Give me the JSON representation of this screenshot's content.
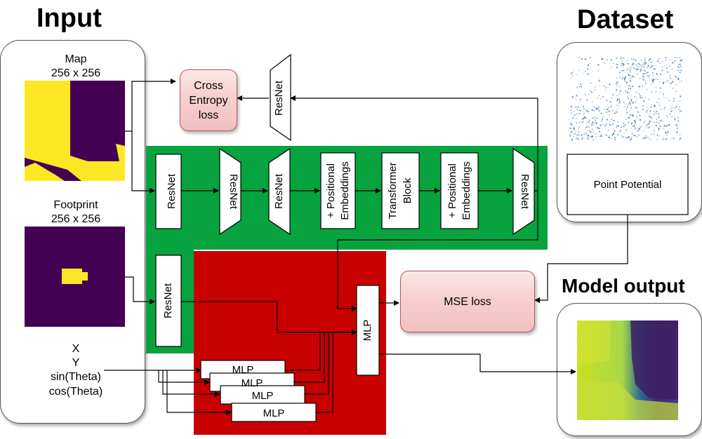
{
  "headings": {
    "input": "Input",
    "dataset": "Dataset",
    "model_output": "Model output"
  },
  "inputs": {
    "map_label": "Map",
    "map_size": "256 x 256",
    "footprint_label": "Footprint",
    "footprint_size": "256 x 256",
    "var_x": "X",
    "var_y": "Y",
    "var_sin": "sin(Theta)",
    "var_cos": "cos(Theta)"
  },
  "blocks": {
    "resnet": "ResNet",
    "positional_embeddings_1": "+ Positional",
    "positional_embeddings_2": "Embeddings",
    "transformer_1": "Transformer",
    "transformer_2": "Block",
    "mlp": "MLP"
  },
  "losses": {
    "cross_entropy_1": "Cross",
    "cross_entropy_2": "Entropy",
    "cross_entropy_3": "loss",
    "mse": "MSE loss"
  },
  "dataset": {
    "point_potential": "Point Potential"
  },
  "colors": {
    "green_region": "#07a33f",
    "red_region": "#c80000",
    "map_purple": "#440154",
    "map_yellow": "#fde725",
    "loss_fill": "#f6cfcf"
  }
}
